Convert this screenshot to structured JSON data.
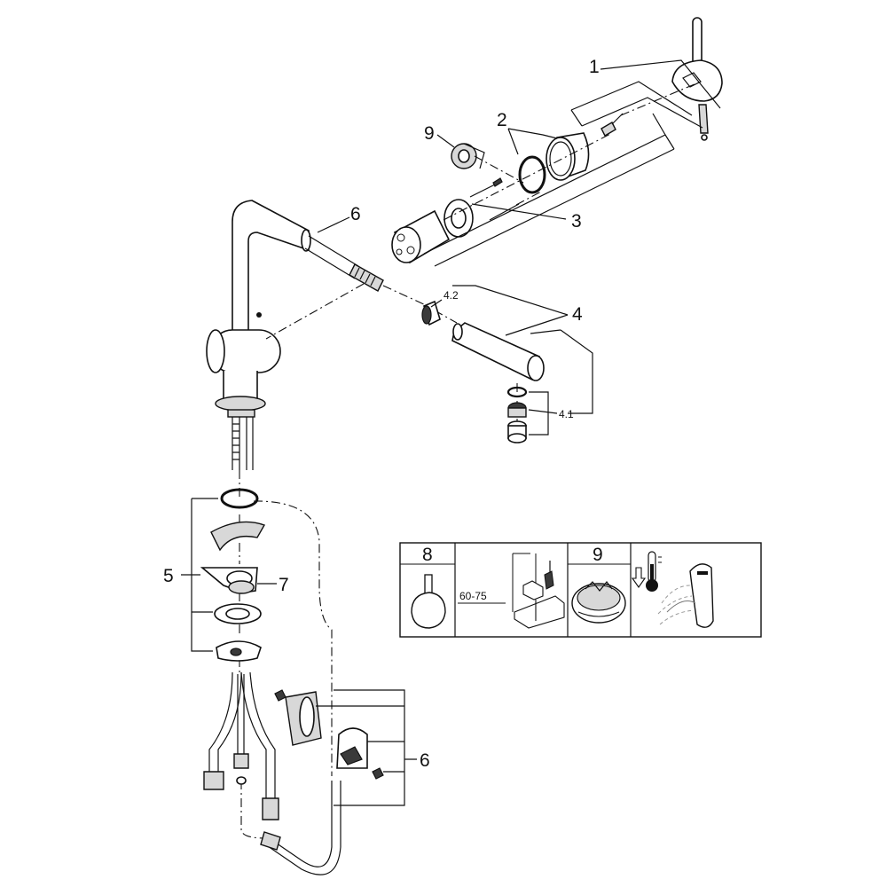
{
  "callouts": {
    "p1": "1",
    "p2": "2",
    "p3": "3",
    "p4": "4",
    "p4_1": "4.1",
    "p4_2": "4.2",
    "p5": "5",
    "p6_top": "6",
    "p6_bottom": "6",
    "p7": "7",
    "p9_top": "9"
  },
  "legend_box": {
    "cell8_label": "8",
    "cell9_label": "9",
    "dimension": "60-75"
  },
  "icons": [
    "lever-handle-icon",
    "installation-height-icon",
    "aerator-icon",
    "cold-water-thermometer-icon",
    "mixer-lever-icon"
  ]
}
